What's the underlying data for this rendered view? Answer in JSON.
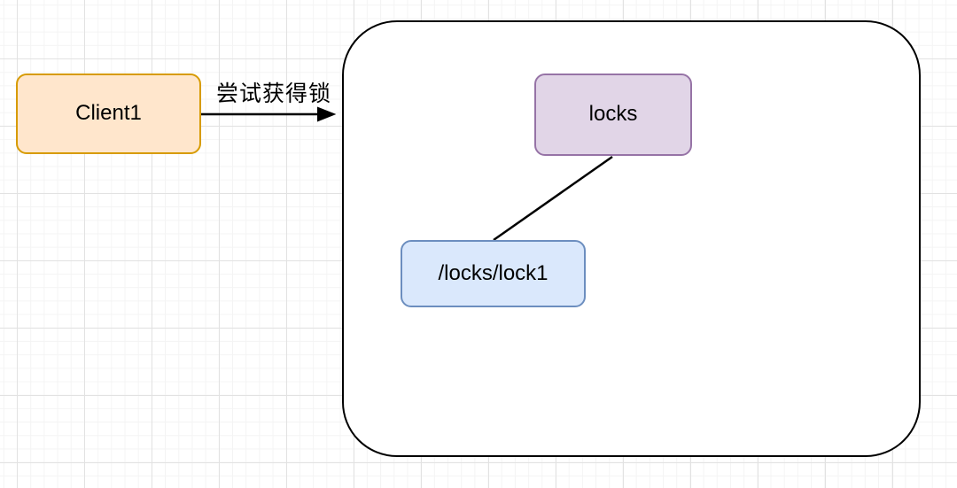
{
  "canvas": {
    "background": "#ffffff",
    "grid_minor_color": "#f4f4f4",
    "grid_major_color": "#e2e2e2"
  },
  "nodes": {
    "client1": {
      "label": "Client1",
      "fill": "#ffe6cc",
      "stroke": "#d79b00"
    },
    "locks": {
      "label": "locks",
      "fill": "#e1d5e7",
      "stroke": "#9673a6"
    },
    "lock1": {
      "label": "/locks/lock1",
      "fill": "#dae8fc",
      "stroke": "#6c8ebf"
    },
    "boundary": {
      "fill": "#ffffff",
      "stroke": "#000000"
    }
  },
  "edges": {
    "acquire": {
      "label": "尝试获得锁",
      "from": "Client1",
      "to": "boundary",
      "style": "arrow",
      "color": "#000000"
    },
    "tree": {
      "label": "",
      "from": "locks",
      "to": "/locks/lock1",
      "style": "line",
      "color": "#000000"
    }
  }
}
